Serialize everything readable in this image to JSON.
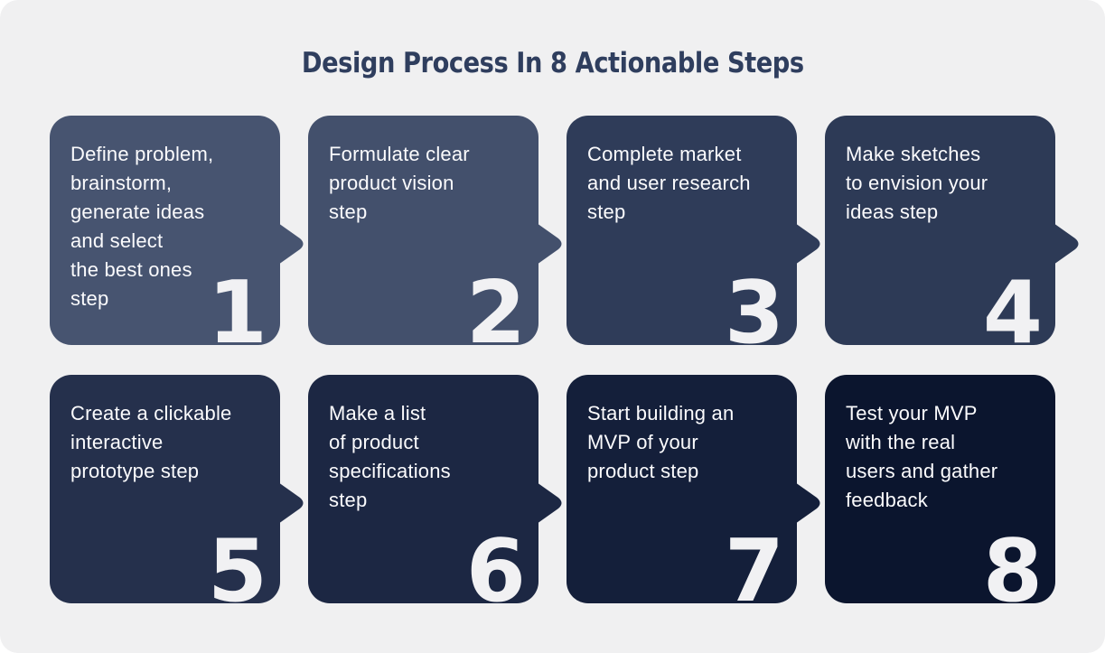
{
  "title": "Design Process In 8 Actionable Steps",
  "colors": {
    "page_bg": "#FFFFFF",
    "canvas_bg": "#F0F0F1",
    "title_text": "#2F3E5E",
    "card_text": "#FBFBFD",
    "number_text": "#F1F1F3"
  },
  "cards": [
    {
      "number": "1",
      "text": "Define problem,\nbrainstorm,\ngenerate ideas\nand select\nthe best ones\nstep",
      "color": "#475470",
      "has_arrow": true
    },
    {
      "number": "2",
      "text": "Formulate clear\nproduct vision\nstep",
      "color": "#43506C",
      "has_arrow": true
    },
    {
      "number": "3",
      "text": "Complete market\nand user research\nstep",
      "color": "#2F3C59",
      "has_arrow": true
    },
    {
      "number": "4",
      "text": "Make sketches\nto envision your\nideas step",
      "color": "#2D3A56",
      "has_arrow": true
    },
    {
      "number": "5",
      "text": "Create a clickable\ninteractive\nprototype step",
      "color": "#25304C",
      "has_arrow": true
    },
    {
      "number": "6",
      "text": "Make a list\nof product\nspecifications\nstep",
      "color": "#1C2743",
      "has_arrow": true
    },
    {
      "number": "7",
      "text": "Start building an\nMVP of your\nproduct step",
      "color": "#141F3A",
      "has_arrow": true
    },
    {
      "number": "8",
      "text": "Test your MVP\nwith the real\nusers and gather\nfeedback",
      "color": "#0B152E",
      "has_arrow": false
    }
  ]
}
